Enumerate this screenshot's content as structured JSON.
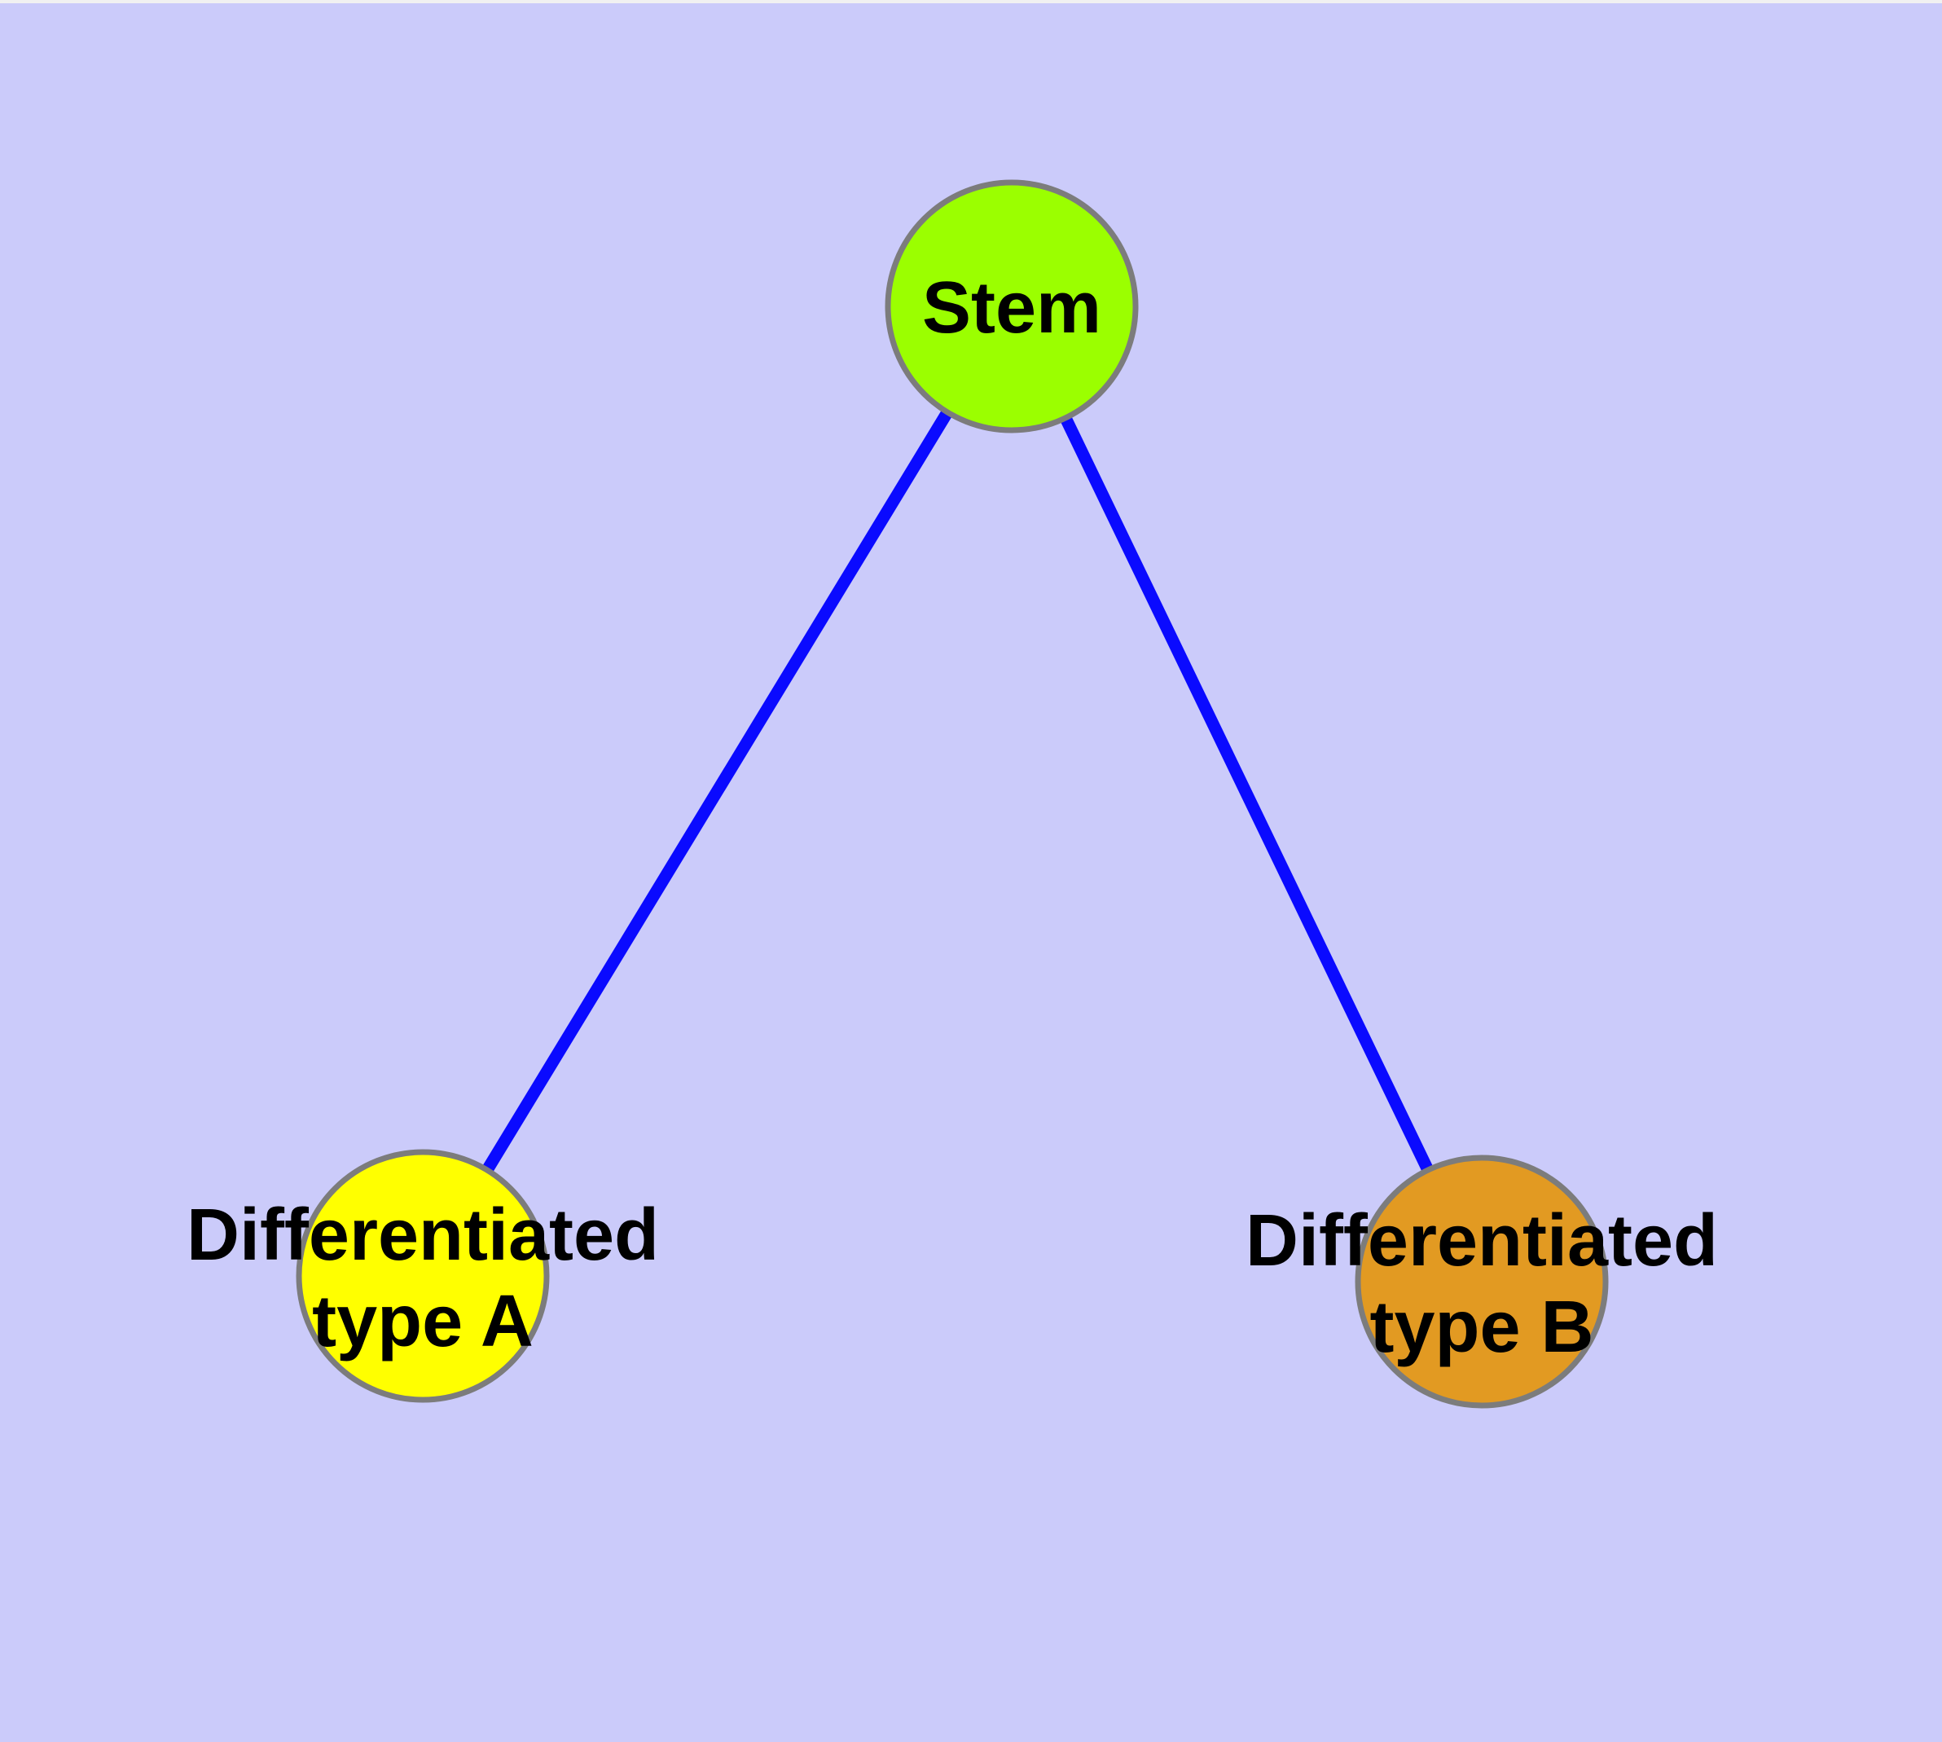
{
  "diagram": {
    "background_color": "#CBCBFA",
    "top_edge_color": "#F1F1F1",
    "edge_color": "#0A0AFF",
    "edge_width": "15",
    "node_border_color": "#7C7C7C",
    "node_border_width": "7",
    "label_color": "#000000",
    "nodes": {
      "stem": {
        "label": "Stem",
        "fill": "#9BFF00"
      },
      "type_a": {
        "line1": "Differentiated",
        "line2": "type A",
        "fill": "#FFFF00"
      },
      "type_b": {
        "line1": "Differentiated",
        "line2": "type B",
        "fill": "#E29A22"
      }
    },
    "edges": [
      {
        "from": "Stem",
        "to": "Differentiated type A"
      },
      {
        "from": "Stem",
        "to": "Differentiated type B"
      }
    ]
  }
}
